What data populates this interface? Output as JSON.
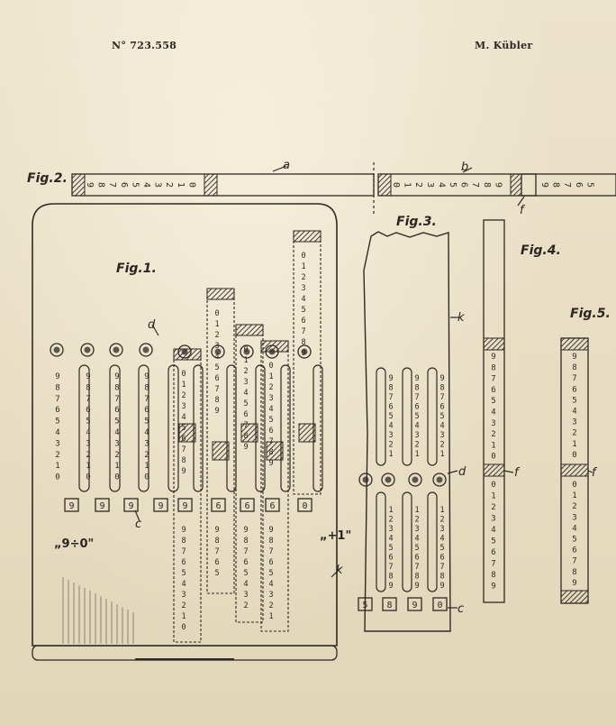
{
  "header": {
    "patent_number": "N° 723.558",
    "inventor": "M. Kübler"
  },
  "figures": {
    "fig1": "Fig.1.",
    "fig2": "Fig.2.",
    "fig3": "Fig.3.",
    "fig4": "Fig.4.",
    "fig5": "Fig.5."
  },
  "references": {
    "a": "a",
    "b": "b",
    "c": "c",
    "d": "d",
    "f": "f",
    "k": "k"
  },
  "annotations": {
    "nine_zero": "„9÷0\"",
    "plus_one": "„+1\""
  },
  "digits": {
    "desc": "9876543210",
    "asc": "0123456789",
    "fig1_windows": [
      "9",
      "9",
      "9",
      "9",
      "9",
      "6",
      "6",
      "6",
      "0"
    ],
    "fig3_windows": [
      "5",
      "8",
      "9",
      "0"
    ]
  }
}
